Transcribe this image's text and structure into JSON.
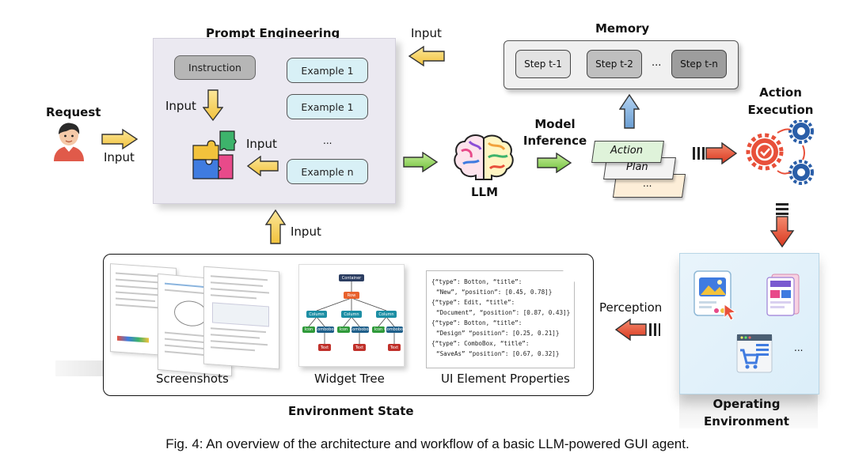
{
  "prompt_engineering": {
    "title": "Prompt Engineering",
    "instruction": "Instruction",
    "examples": [
      "Example 1",
      "Example 1",
      "...",
      "Example n"
    ],
    "input_label": "Input"
  },
  "request": {
    "label": "Request",
    "input_label": "Input"
  },
  "memory": {
    "title": "Memory",
    "steps": [
      "Step t-1",
      "Step t-2",
      "...",
      "Step t-n"
    ],
    "input_label": "Input"
  },
  "llm": {
    "label": "LLM"
  },
  "model_inference": {
    "label_line1": "Model",
    "label_line2": "Inference"
  },
  "outputs": {
    "items": [
      "Action",
      "Plan",
      "..."
    ]
  },
  "action_execution": {
    "label_line1": "Action",
    "label_line2": "Execution"
  },
  "operating_environment": {
    "label_line1": "Operating",
    "label_line2": "Environment",
    "ellipsis": "..."
  },
  "perception": {
    "label": "Perception"
  },
  "environment_state": {
    "title": "Environment State",
    "input_label": "Input",
    "sections": [
      "Screenshots",
      "Widget Tree",
      "UI Element Properties"
    ],
    "widget_tree": {
      "root": "Container",
      "level1": "Row",
      "level2": [
        "Column",
        "Column",
        "Column"
      ],
      "level3": [
        "Icon",
        "Combobox",
        "Icon",
        "Combobox",
        "Icon",
        "Combobox"
      ],
      "level4": [
        "Text",
        "Text",
        "Text"
      ]
    },
    "ui_properties": [
      "{“type”: Botton, “title”:",
      "“New”, “position”: [0.45, 0.78]}",
      "{“type”: Edit, “title”:",
      "“Document”, “position”: [0.87, 0.43]}",
      "{“type”: Botton, “title”:",
      "“Design” “position”: [0.25, 0.21]}",
      "{“type”: ComboBox, “title”:",
      "“SaveAs” “position”: [0.67, 0.32]}"
    ]
  },
  "caption": "Fig. 4: An overview of the architecture and workflow of a basic LLM-powered GUI agent.",
  "colors": {
    "yellow_arrow": "#f6d15a",
    "green_arrow": "#8fd14f",
    "red_arrow": "#e8503a",
    "blue_arrow": "#8ab4de",
    "example_fill": "#d8f0f6",
    "panel_fill": "#ebe9f1"
  }
}
